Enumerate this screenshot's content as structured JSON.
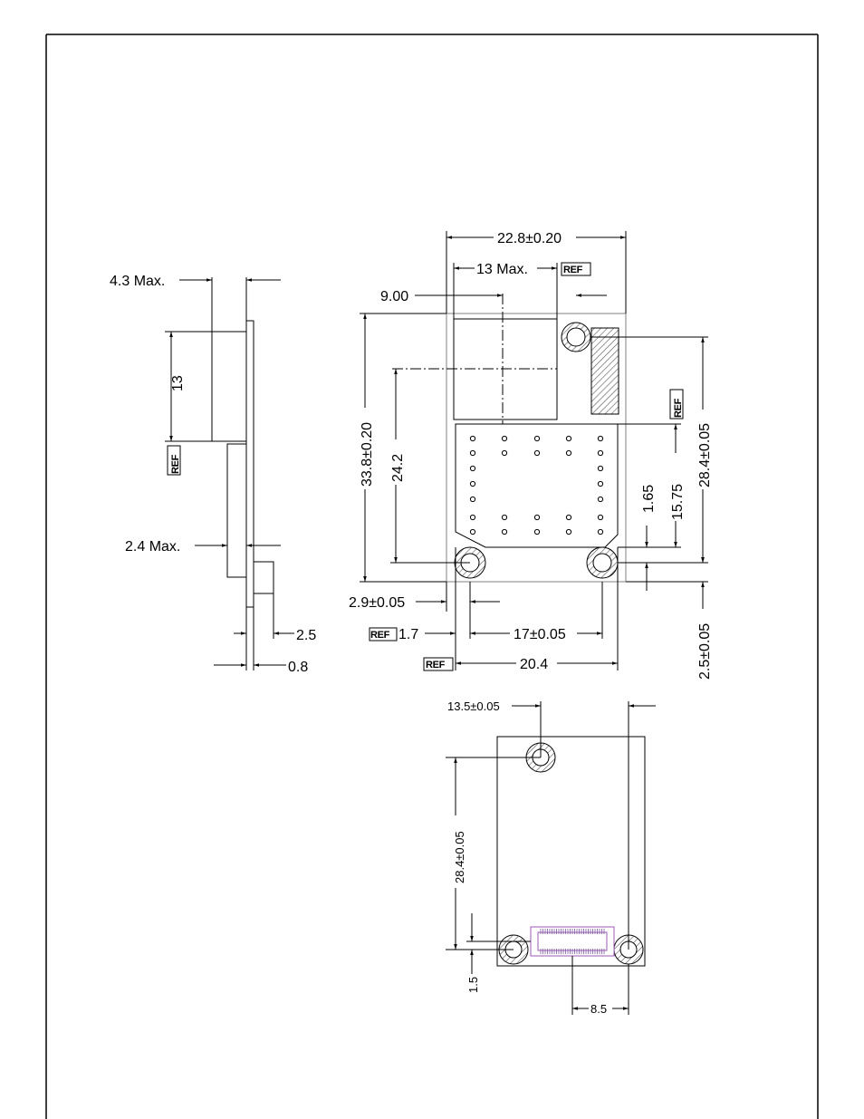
{
  "frame": {
    "stroke": "#000000",
    "hatch": "#555555",
    "connector": "#9b59b6"
  },
  "side_view": {
    "max_43": "4.3 Max.",
    "dim_13": "13",
    "ref": "REF",
    "max_24": "2.4 Max.",
    "dim_25": "2.5",
    "dim_08": "0.8"
  },
  "top_view": {
    "width": "22.8±0.20",
    "max_13": "13 Max.",
    "ref_top": "REF",
    "dim_900": "9.00",
    "height": "33.8±0.20",
    "dim_242": "24.2",
    "ref_right": "REF",
    "dim_284": "28.4±0.05",
    "dim_1575": "15.75",
    "dim_165": "1.65",
    "dim_29": "2.9±0.05",
    "ref_17": "REF",
    "dim_17": "1.7",
    "dim_17_05": "17±0.05",
    "ref_204": "REF",
    "dim_204": "20.4",
    "dim_25_05": "2.5±0.05"
  },
  "bottom_view": {
    "dim_135": "13.5±0.05",
    "dim_284": "28.4±0.05",
    "dim_15": "1.5",
    "dim_85": "8.5"
  }
}
